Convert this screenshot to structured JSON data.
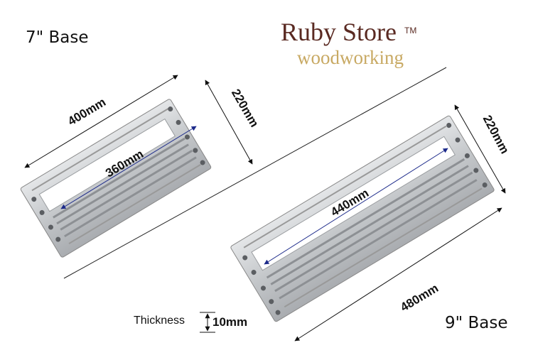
{
  "titles": {
    "small_base": "7\" Base",
    "large_base": "9\" Base"
  },
  "brand": {
    "name": "Ruby Store",
    "trademark": "TM",
    "tagline": "woodworking"
  },
  "small_plate": {
    "length": "400mm",
    "width": "220mm",
    "inner": "360mm"
  },
  "large_plate": {
    "length": "480mm",
    "width": "220mm",
    "inner": "440mm"
  },
  "thickness": {
    "label": "Thickness",
    "value": "10mm"
  },
  "colors": {
    "brand": "#5a2a22",
    "tagline": "#c8a963",
    "aluminum": "#c9cccf",
    "inner_dimension": "#1c2a8a"
  }
}
